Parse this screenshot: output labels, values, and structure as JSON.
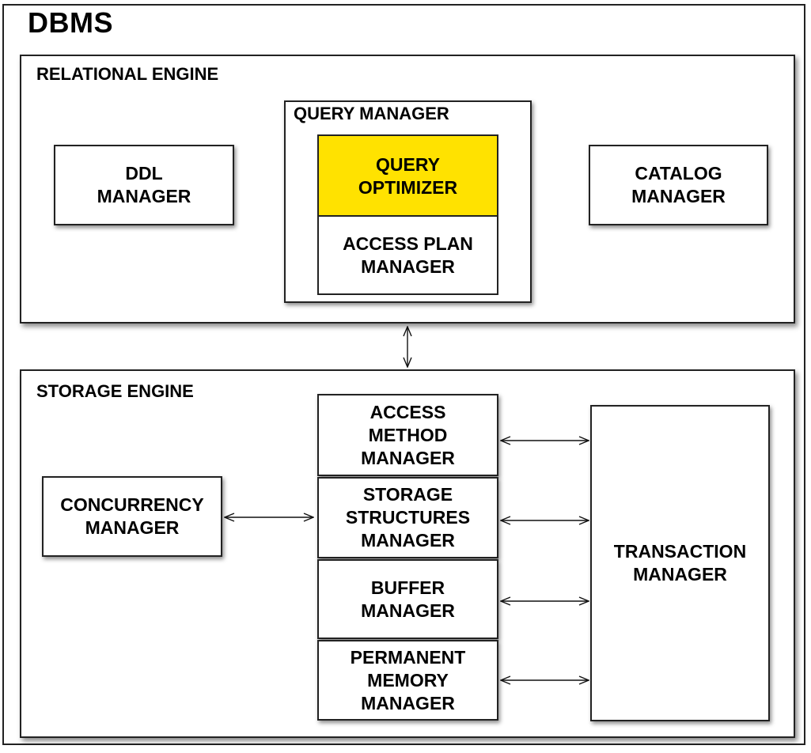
{
  "title": "DBMS",
  "relational_engine": {
    "label": "RELATIONAL ENGINE",
    "ddl_manager": "DDL\nMANAGER",
    "query_manager": {
      "label": "QUERY MANAGER",
      "query_optimizer": "QUERY\nOPTIMIZER",
      "access_plan_manager": "ACCESS PLAN\nMANAGER"
    },
    "catalog_manager": "CATALOG\nMANAGER"
  },
  "storage_engine": {
    "label": "STORAGE ENGINE",
    "concurrency_manager": "CONCURRENCY\nMANAGER",
    "access_method_manager": "ACCESS\nMETHOD\nMANAGER",
    "storage_structures_manager": "STORAGE\nSTRUCTURES\nMANAGER",
    "buffer_manager": "BUFFER\nMANAGER",
    "permanent_memory_manager": "PERMANENT\nMEMORY\nMANAGER",
    "transaction_manager": "TRANSACTION\nMANAGER"
  },
  "colors": {
    "highlight": "#ffe200",
    "border": "#222222"
  }
}
